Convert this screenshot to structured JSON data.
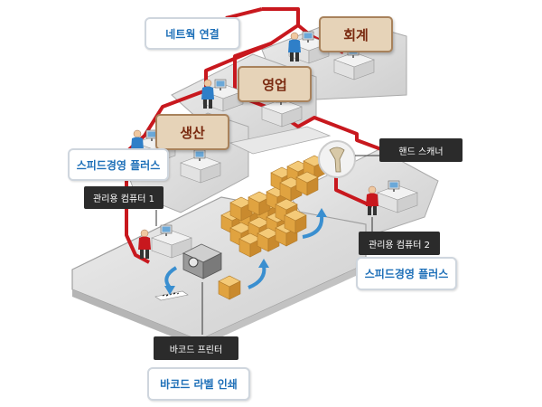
{
  "labels": {
    "network": "네트웍 연결",
    "accounting": "회계",
    "sales": "영업",
    "production": "생산",
    "speed_plus_left": "스피드경영 플러스",
    "speed_plus_right": "스피드경영 플러스",
    "admin_pc_1": "관리용 컴퓨터 1",
    "admin_pc_2": "관리용 컴퓨터 2",
    "hand_scanner": "핸드 스캐너",
    "barcode_printer": "바코드 프린터",
    "barcode_label_print": "바코드 라벨 인쇄"
  },
  "colors": {
    "network_line": "#c8181e",
    "floor": "#d9d9d9",
    "floor_edge": "#a9a9a9",
    "box": "#e0a848",
    "person_shirt": "#2f7fc8",
    "arrow": "#3a8fd0"
  },
  "icons": [
    "worker-icon",
    "desk-icon",
    "monitor-icon",
    "box-stack-icon",
    "barcode-printer-icon",
    "hand-scanner-icon",
    "barcode-label-icon",
    "flow-arrow-icon"
  ]
}
